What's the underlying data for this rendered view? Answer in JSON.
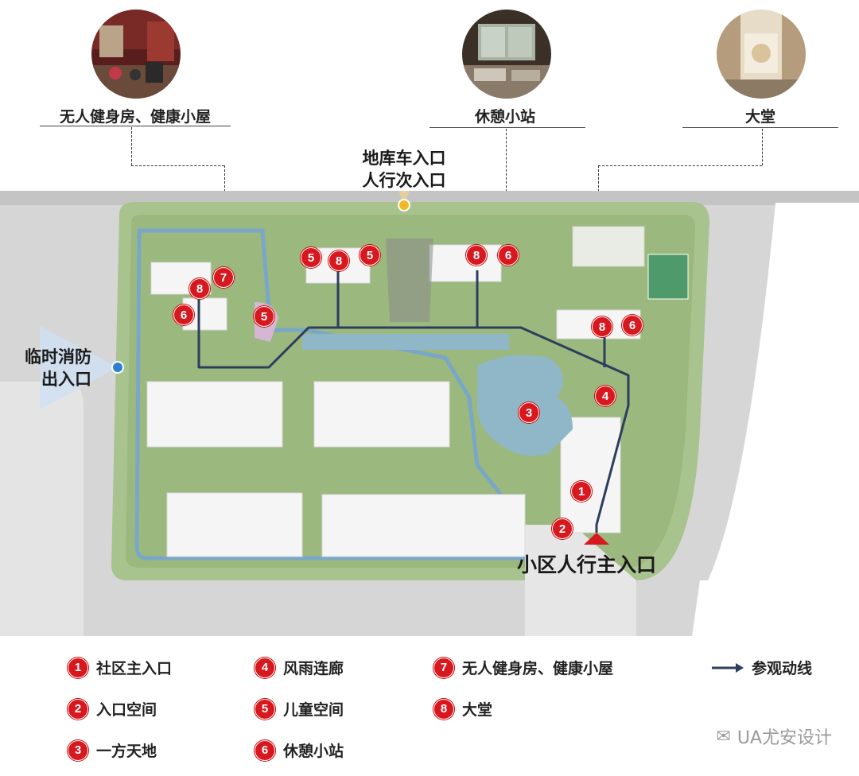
{
  "callouts": {
    "gym": "无人健身房、健康小屋",
    "rest": "休憩小站",
    "lobby": "大堂"
  },
  "gates": {
    "garage": "地库车入口",
    "garage_sub": "人行次入口",
    "fire": "临时消防",
    "fire_sub": "出入口",
    "main": "小区人行主入口"
  },
  "map_badges": [
    "1",
    "2",
    "3",
    "4",
    "5",
    "6",
    "7",
    "8"
  ],
  "legend": [
    {
      "num": "1",
      "label": "社区主入口"
    },
    {
      "num": "2",
      "label": "入口空间"
    },
    {
      "num": "3",
      "label": "一方天地"
    },
    {
      "num": "4",
      "label": "风雨连廊"
    },
    {
      "num": "5",
      "label": "儿童空间"
    },
    {
      "num": "6",
      "label": "休憩小站"
    },
    {
      "num": "7",
      "label": "无人健身房、健康小屋"
    },
    {
      "num": "8",
      "label": "大堂"
    }
  ],
  "legend_route": "参观动线",
  "watermark": "UA尤安设计",
  "colors": {
    "badge": "#d8181f",
    "route": "#2d3e5c",
    "water": "#8fb7c8",
    "grass": "#a9c38e",
    "road": "#c9c9c9"
  }
}
